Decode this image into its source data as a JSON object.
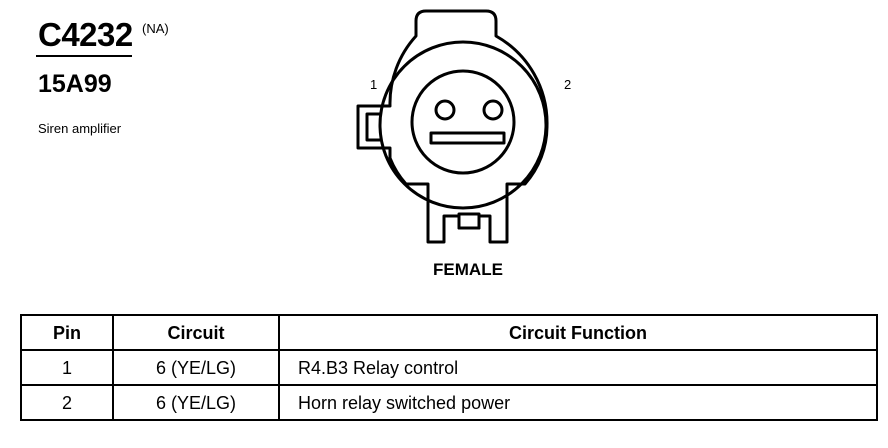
{
  "header": {
    "connector_id": "C4232",
    "market": "(NA)",
    "part_number": "15A99",
    "description": "Siren amplifier"
  },
  "diagram": {
    "pin_labels": [
      "1",
      "2"
    ],
    "view_label": "FEMALE"
  },
  "table": {
    "headers": {
      "pin": "Pin",
      "circuit": "Circuit",
      "function": "Circuit Function"
    },
    "rows": [
      {
        "pin": "1",
        "circuit": "6 (YE/LG)",
        "function": "R4.B3 Relay control"
      },
      {
        "pin": "2",
        "circuit": "6 (YE/LG)",
        "function": "Horn relay switched power"
      }
    ]
  }
}
